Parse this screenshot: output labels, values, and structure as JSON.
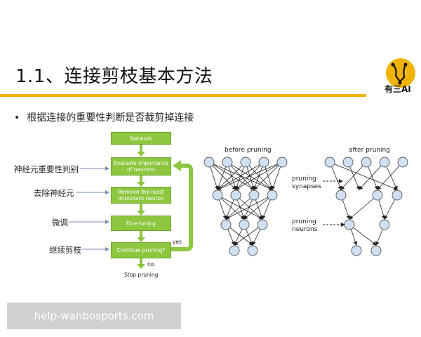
{
  "slide": {
    "title": "1.1、连接剪枝基本方法",
    "bullet": "根据连接的重要性判断是否裁剪掉连接",
    "logo_text": "有三AI",
    "watermark": "help-wanbosports.com"
  },
  "flowchart": {
    "boxes": [
      "Network",
      "Evaluate importance of neurons",
      "Remove the least important neuron",
      "Fine-tuning",
      "Continue pruning?"
    ],
    "yes_label": "yes",
    "no_label": "no",
    "end_label": "Stop pruning",
    "side_labels": [
      "神经元重要性判别",
      "去除神经元",
      "微调",
      "继续剪枝"
    ]
  },
  "diagrams": {
    "before_title": "before pruning",
    "after_title": "after pruning",
    "annot_synapses": [
      "pruning",
      "synapses"
    ],
    "annot_neurons": [
      "pruning",
      "neurons"
    ]
  },
  "colors": {
    "accent": "#f0b400",
    "flow_green": "#8dc63f",
    "node_fill": "#cfe0f3",
    "node_stroke": "#555555"
  }
}
